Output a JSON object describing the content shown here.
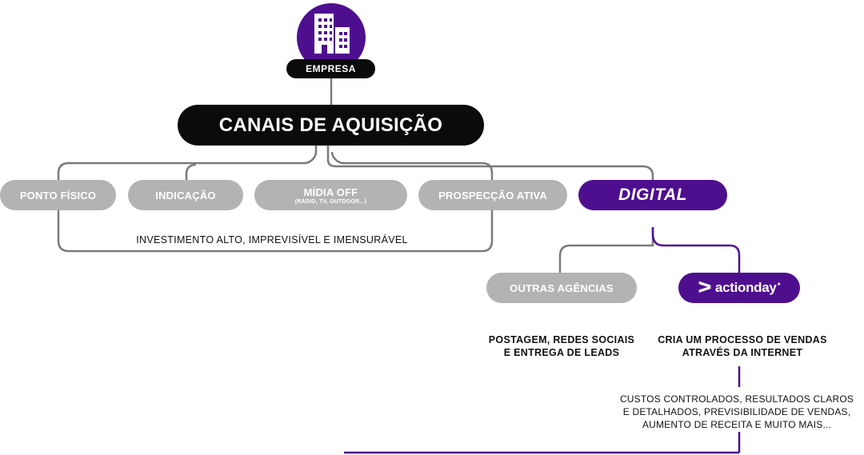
{
  "company": {
    "label": "EMPRESA",
    "icon": "building-icon"
  },
  "root": {
    "label": "CANAIS DE AQUISIÇÃO"
  },
  "offline_channels": [
    {
      "label": "PONTO FÍSICO"
    },
    {
      "label": "INDICAÇÃO"
    },
    {
      "label": "MÍDIA OFF",
      "sub": "(RÁDIO, TV, OUTDOOR...)"
    },
    {
      "label": "PROSPECÇÃO ATIVA"
    }
  ],
  "offline_note": "INVESTIMENTO ALTO, IMPREVISÍVEL E IMENSURÁVEL",
  "digital": {
    "label": "DIGITAL"
  },
  "digital_children": {
    "agencies": {
      "label": "OUTRAS AGÊNCIAS",
      "desc_line1": "POSTAGEM, REDES SOCIAIS",
      "desc_line2": "E ENTREGA DE LEADS"
    },
    "actionday": {
      "logo_text": "actionday",
      "logo_mark": "ᐳ",
      "desc_line1": "CRIA UM PROCESSO DE VENDAS",
      "desc_line2": "ATRAVÉS DA INTERNET"
    }
  },
  "benefits": {
    "line1": "CUSTOS CONTROLADOS, RESULTADOS CLAROS",
    "line2": "E DETALHADOS, PREVISIBILIDADE DE VENDAS,",
    "line3": "AUMENTO DE RECEITA E MUITO MAIS..."
  },
  "colors": {
    "purple": "#4e0f8f",
    "grey": "#b3b3b3",
    "line": "#7a7a7a",
    "black": "#0b0b0b"
  }
}
